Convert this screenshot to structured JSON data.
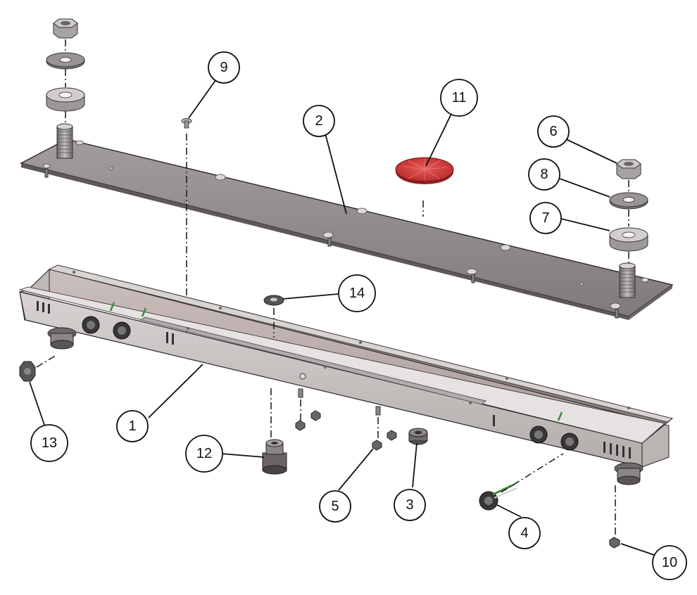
{
  "diagram": {
    "type": "exploded-assembly",
    "colors": {
      "metal_light": "#c9c6c6",
      "metal_mid": "#9a9494",
      "metal_dark": "#5e5858",
      "plate": "#8f8a8a",
      "channel_inner": "#b8aaa8",
      "red_cap": "#d63b3b",
      "outline": "#2a2a2a"
    },
    "callouts": [
      {
        "label": "1"
      },
      {
        "label": "2"
      },
      {
        "label": "3"
      },
      {
        "label": "4"
      },
      {
        "label": "5"
      },
      {
        "label": "6"
      },
      {
        "label": "7"
      },
      {
        "label": "8"
      },
      {
        "label": "9"
      },
      {
        "label": "10"
      },
      {
        "label": "11"
      },
      {
        "label": "12"
      },
      {
        "label": "13"
      },
      {
        "label": "14"
      }
    ]
  }
}
